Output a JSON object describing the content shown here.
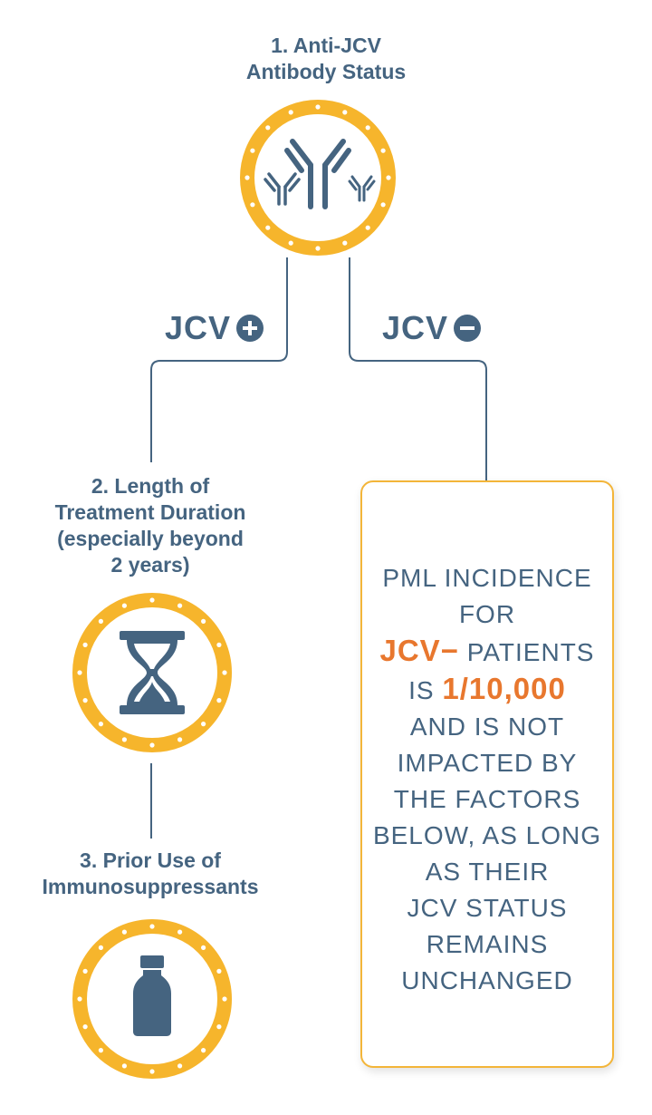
{
  "steps": [
    {
      "title_line1": "1. Anti-JCV",
      "title_line2": "Antibody Status",
      "icon": "antibody-icon"
    },
    {
      "title_line1": "2. Length of",
      "title_line2": "Treatment Duration",
      "title_line3": "(especially beyond",
      "title_line4": "2 years)",
      "icon": "hourglass-icon"
    },
    {
      "title_line1": "3. Prior Use of",
      "title_line2": "Immunosuppressants",
      "icon": "medicine-bottle-icon"
    }
  ],
  "branches": {
    "positive": {
      "label": "JCV",
      "icon": "plus-circle-icon"
    },
    "negative": {
      "label": "JCV",
      "icon": "minus-circle-icon"
    }
  },
  "info_box": {
    "line1": "PML INCIDENCE",
    "line2": "FOR",
    "highlight_term": "JCV−",
    "line3_rest": " PATIENTS",
    "line4_prefix": "IS ",
    "highlight_value": "1/10,000",
    "line5": "AND IS NOT",
    "line6": "IMPACTED BY",
    "line7": "THE FACTORS",
    "line8": "BELOW, AS LONG",
    "line9": "AS THEIR",
    "line10": "JCV STATUS",
    "line11": "REMAINS",
    "line12": "UNCHANGED"
  },
  "colors": {
    "ring": "#f6b52c",
    "ink": "#456480",
    "accent": "#e8772e",
    "box_border": "#f3b539"
  }
}
